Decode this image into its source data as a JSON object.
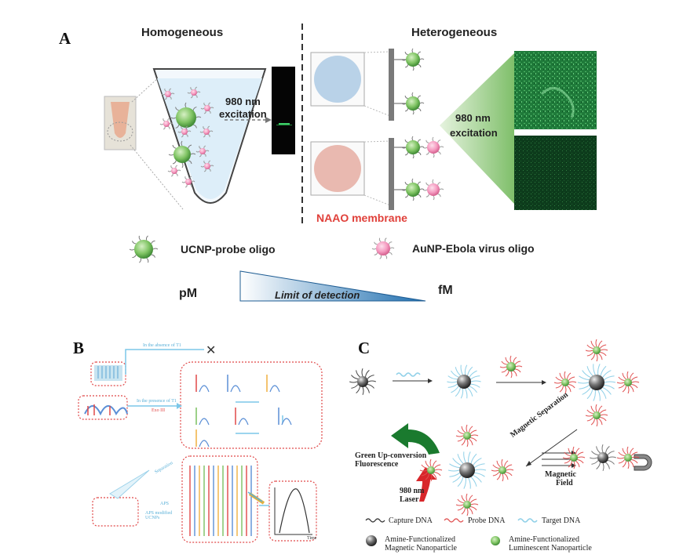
{
  "panelA": {
    "letter": "A",
    "homogeneous": "Homogeneous",
    "heterogeneous": "Heterogeneous",
    "excitation_left": [
      "980 nm",
      "excitation"
    ],
    "excitation_right": [
      "980 nm",
      "excitation"
    ],
    "membrane": "NAAO membrane",
    "legend_ucnp": "UCNP-probe oligo",
    "legend_aunp": "AuNP-Ebola virus oligo",
    "pm": "pM",
    "fm": "fM",
    "lod": "Limit of detection"
  },
  "panelB": {
    "letter": "B",
    "tiny": [
      "In the absence of T1",
      "In the presence of T1",
      "Exo III",
      "Separation",
      "APS",
      "APS modified UCNPs",
      "Time"
    ]
  },
  "panelC": {
    "letter": "C",
    "green_fluor": [
      "Green Up-conversion",
      "Fluorescence"
    ],
    "laser": [
      "980 nm",
      "Laser"
    ],
    "mag_sep": "Magnetic Separation",
    "mag_field": [
      "Magnetic",
      "Field"
    ],
    "legend_capture": "Capture DNA",
    "legend_probe": "Probe DNA",
    "legend_target": "Target DNA",
    "legend_magnetic": [
      "Amine-Functionalized",
      "Magnetic Nanoparticle"
    ],
    "legend_luminescent": [
      "Amine-Functionalized",
      "Luminescent Nanoparticle"
    ]
  },
  "colors": {
    "ucnp_green": "#7fc463",
    "aunp_pink": "#f59ac0",
    "membrane_red": "#e0403a",
    "probe_red": "#e05050",
    "target_blue": "#8fd0e8",
    "fluor_green": "#1a7a2e"
  }
}
